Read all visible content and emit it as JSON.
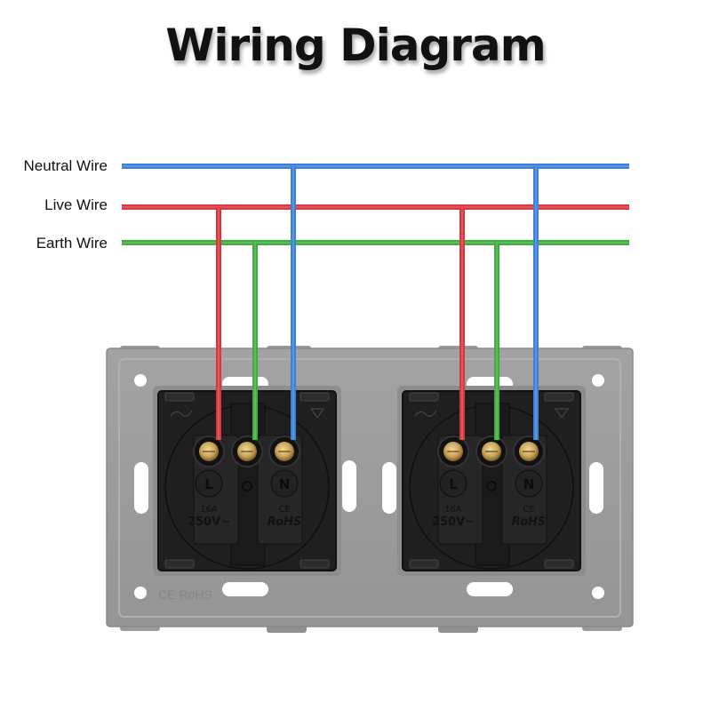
{
  "title": "Wiring Diagram",
  "legend": [
    {
      "label": "Neutral Wire",
      "color": "#3b82d6",
      "key": "neutral"
    },
    {
      "label": "Live Wire",
      "color": "#d9363e",
      "key": "live"
    },
    {
      "label": "Earth Wire",
      "color": "#3fae3f",
      "key": "earth"
    }
  ],
  "colors": {
    "neutral": "#3b82d6",
    "live": "#d9363e",
    "earth": "#3fae3f",
    "plate": "#999999",
    "plate_edge": "#8a8a8a",
    "socket_body": "#1f1f1f",
    "brass": "#c9a55a"
  },
  "sockets": [
    {
      "id": "socket-1",
      "terminals": [
        "L",
        "earth",
        "N"
      ],
      "left_marking": [
        "16A",
        "250V~"
      ],
      "right_marking": [
        "CE",
        "RoHS"
      ]
    },
    {
      "id": "socket-2",
      "terminals": [
        "L",
        "earth",
        "N"
      ],
      "left_marking": [
        "16A",
        "250V~"
      ],
      "right_marking": [
        "CE",
        "RoHS"
      ]
    }
  ],
  "plate_marking": "CE RoHS"
}
